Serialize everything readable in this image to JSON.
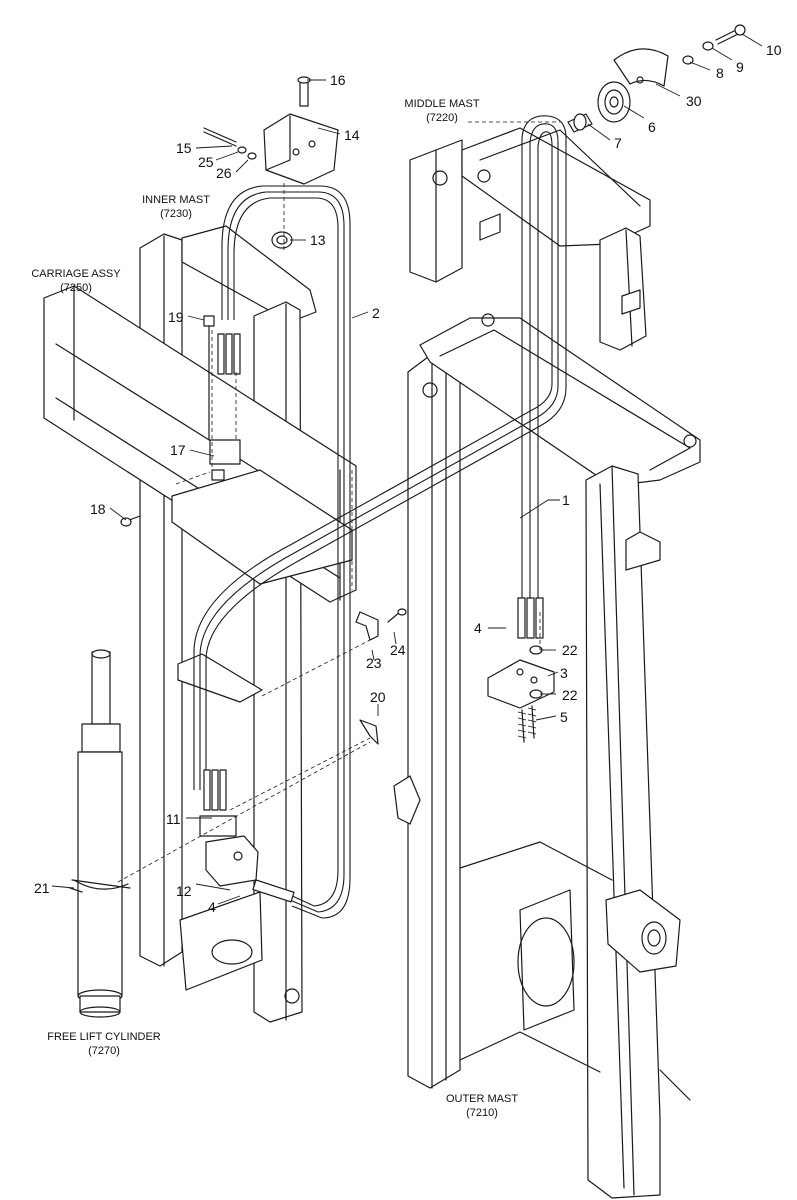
{
  "assemblies": {
    "middle_mast": {
      "name": "MIDDLE MAST",
      "code": "(7220)"
    },
    "inner_mast": {
      "name": "INNER MAST",
      "code": "(7230)"
    },
    "carriage_assy": {
      "name": "CARRIAGE ASSY",
      "code": "(7250)"
    },
    "free_lift_cylinder": {
      "name": "FREE LIFT CYLINDER",
      "code": "(7270)"
    },
    "outer_mast": {
      "name": "OUTER MAST",
      "code": "(7210)"
    }
  },
  "callouts": {
    "p1": "1",
    "p2": "2",
    "p3": "3",
    "p4a": "4",
    "p4b": "4",
    "p5": "5",
    "p6": "6",
    "p7": "7",
    "p8": "8",
    "p9": "9",
    "p10": "10",
    "p11": "11",
    "p12": "12",
    "p13": "13",
    "p14": "14",
    "p15": "15",
    "p16": "16",
    "p17": "17",
    "p18": "18",
    "p19": "19",
    "p20": "20",
    "p21": "21",
    "p22a": "22",
    "p22b": "22",
    "p23": "23",
    "p24": "24",
    "p25": "25",
    "p26": "26",
    "p30": "30"
  }
}
